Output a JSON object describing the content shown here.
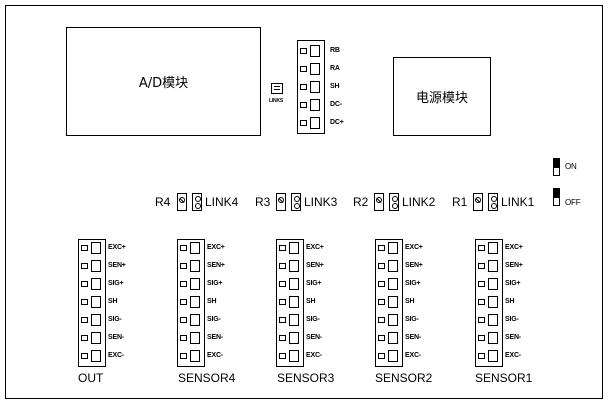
{
  "modules": {
    "ad": "A/D模块",
    "power": "电源模块",
    "links_label": "LINKS"
  },
  "top_connector": {
    "pins": [
      "RB",
      "RA",
      "SH",
      "DC-",
      "DC+"
    ]
  },
  "switch": {
    "on": "ON",
    "off": "OFF"
  },
  "resistor_links": [
    {
      "resistor": "R4",
      "link": "LINK4"
    },
    {
      "resistor": "R3",
      "link": "LINK3"
    },
    {
      "resistor": "R2",
      "link": "LINK2"
    },
    {
      "resistor": "R1",
      "link": "LINK1"
    }
  ],
  "bottom_connectors": {
    "pins": [
      "EXC+",
      "SEN+",
      "SIG+",
      "SH",
      "SIG-",
      "SEN-",
      "EXC-"
    ],
    "names": [
      "OUT",
      "SENSOR4",
      "SENSOR3",
      "SENSOR2",
      "SENSOR1"
    ]
  }
}
